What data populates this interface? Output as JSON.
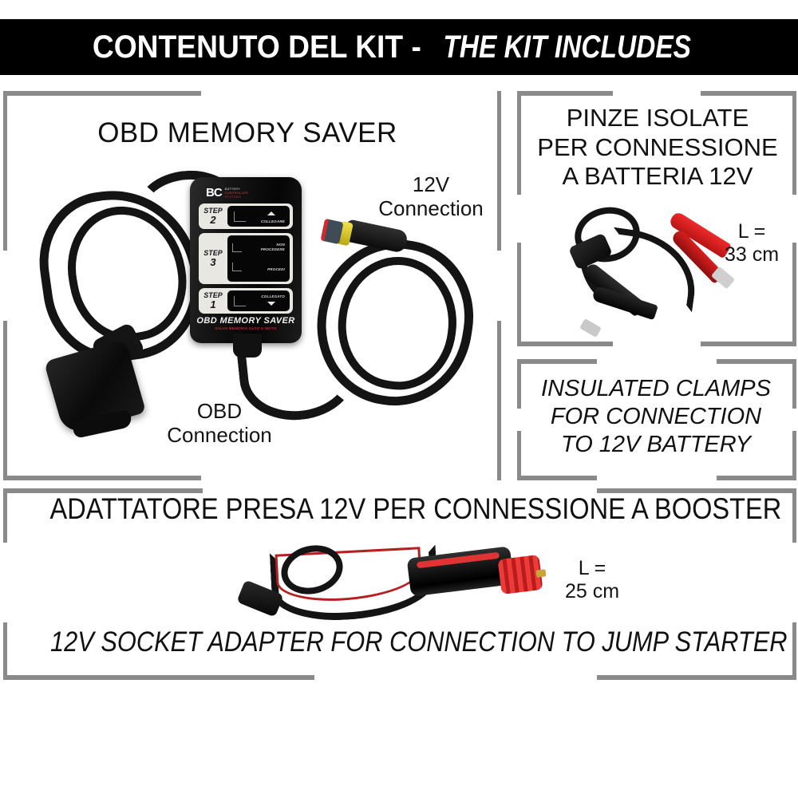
{
  "header": {
    "title_it": "CONTENUTO DEL KIT",
    "separator": " - ",
    "title_en": "THE KIT INCLUDES",
    "background": "#000000",
    "text_color": "#ffffff"
  },
  "theme": {
    "bracket_color": "#8a8a8a",
    "page_background": "#ffffff",
    "text_color": "#111111",
    "accent_red": "#cf2b2b"
  },
  "panels": {
    "obd_memory_saver": {
      "title": "OBD MEMORY SAVER",
      "callouts": {
        "connection_12v": {
          "line1": "12V",
          "line2": "Connection"
        },
        "connection_obd": {
          "line1": "OBD",
          "line2": "Connection"
        }
      },
      "device": {
        "brand": "BC",
        "brand_sub_line1": "BATTERY",
        "brand_sub_line2": "CONTROLLER",
        "brand_sub_line3": "SYSTEMS",
        "name": "OBD MEMORY SAVER",
        "name_sub": "SALVA MEMORIA AUTO E MOTO",
        "steps": [
          {
            "label": "STEP",
            "number": "2",
            "window_text": "COLLEGARE",
            "arrow": "up"
          },
          {
            "label": "STEP",
            "number": "3",
            "window_text_1": "NON",
            "window_text_2": "PROCEDERE",
            "window_text_3": "PROCEDI"
          },
          {
            "label": "STEP",
            "number": "1",
            "window_text": "COLLEGATO",
            "arrow": "down"
          }
        ]
      }
    },
    "insulated_clamps": {
      "title_it_line1": "PINZE ISOLATE",
      "title_it_line2": "PER CONNESSIONE",
      "title_it_line3": "A BATTERIA 12V",
      "title_en_line1": "INSULATED CLAMPS",
      "title_en_line2": "FOR CONNECTION",
      "title_en_line3": "TO 12V BATTERY",
      "length_label": "L =",
      "length_value": "33 cm",
      "clamp_colors": [
        "#cf2b2b",
        "#111111"
      ]
    },
    "socket_adapter": {
      "title_it": "ADATTATORE PRESA 12V PER CONNESSIONE A BOOSTER",
      "title_en": "12V SOCKET ADAPTER FOR CONNECTION TO JUMP STARTER",
      "length_label": "L =",
      "length_value": "25 cm"
    }
  }
}
